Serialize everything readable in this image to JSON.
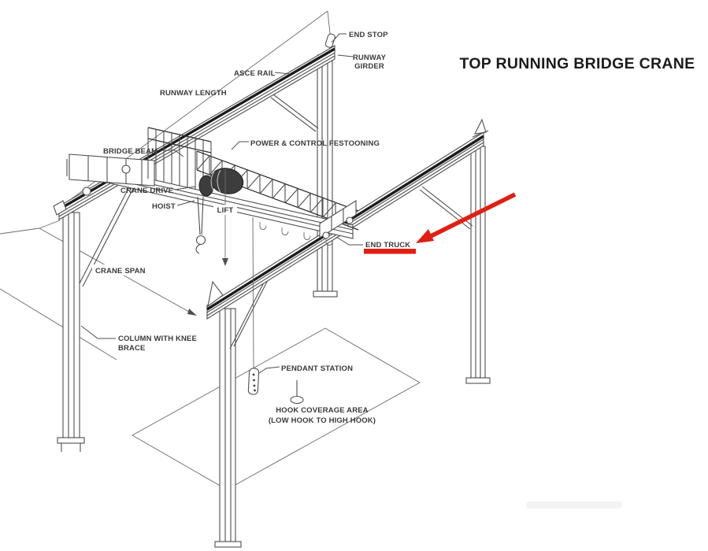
{
  "title": "TOP RUNNING BRIDGE CRANE",
  "labels": {
    "end_stop": "END STOP",
    "runway_girder_line1": "RUNWAY",
    "runway_girder_line2": "GIRDER",
    "asce_rail": "ASCE RAIL",
    "runway_length": "RUNWAY LENGTH",
    "bridge_beam": "BRIDGE BEAM",
    "festooning": "POWER & CONTROL FESTOONING",
    "crane_drive": "CRANE DRIVE",
    "hoist": "HOIST",
    "lift": "LIFT",
    "end_truck": "END TRUCK",
    "crane_span": "CRANE SPAN",
    "column_knee_line1": "COLUMN WITH KNEE",
    "column_knee_line2": "BRACE",
    "pendant_station": "PENDANT STATION",
    "hook_coverage_line1": "HOOK COVERAGE AREA",
    "hook_coverage_line2": "(LOW HOOK TO HIGH HOOK)"
  },
  "colors": {
    "highlight_red": "#e01f12",
    "ink": "#3a3a3a",
    "line": "#4f4f4f"
  }
}
